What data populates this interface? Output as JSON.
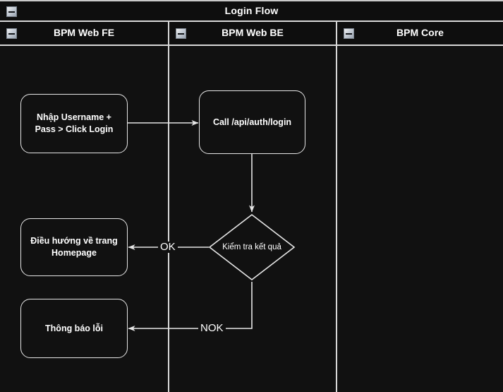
{
  "pool": {
    "title": "Login Flow",
    "collapse_icon": "minus-square-icon"
  },
  "lanes": [
    {
      "id": "fe",
      "label": "BPM Web FE",
      "collapse_icon": "minus-square-icon"
    },
    {
      "id": "be",
      "label": "BPM Web BE",
      "collapse_icon": "minus-square-icon"
    },
    {
      "id": "core",
      "label": "BPM Core",
      "collapse_icon": "minus-square-icon"
    }
  ],
  "nodes": [
    {
      "id": "task-enter-credentials",
      "type": "task",
      "lane": "fe",
      "label": "Nhập Username +\nPass > Click Login"
    },
    {
      "id": "task-call-login-api",
      "type": "task",
      "lane": "be",
      "label": "Call /api/auth/login"
    },
    {
      "id": "gateway-check-result",
      "type": "gateway",
      "lane": "be",
      "label": "Kiểm tra kết quả"
    },
    {
      "id": "task-goto-homepage",
      "type": "task",
      "lane": "fe",
      "label": "Điều hướng về trang\nHomepage"
    },
    {
      "id": "task-show-error",
      "type": "task",
      "lane": "fe",
      "label": "Thông báo lỗi"
    }
  ],
  "edges": [
    {
      "id": "edge-enter-to-call",
      "from": "task-enter-credentials",
      "to": "task-call-login-api",
      "label": ""
    },
    {
      "id": "edge-call-to-gateway",
      "from": "task-call-login-api",
      "to": "gateway-check-result",
      "label": ""
    },
    {
      "id": "edge-gateway-ok",
      "from": "gateway-check-result",
      "to": "task-goto-homepage",
      "label": "OK"
    },
    {
      "id": "edge-gateway-nok",
      "from": "gateway-check-result",
      "to": "task-show-error",
      "label": "NOK"
    }
  ],
  "colors": {
    "background": "#111111",
    "stroke": "#e6e6e6",
    "lane_border": "#d8d8d8",
    "text": "#ffffff"
  }
}
